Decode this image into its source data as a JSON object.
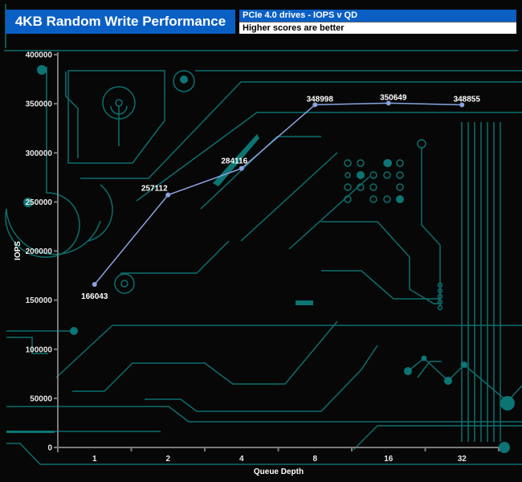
{
  "header": {
    "title": "4KB Random Write Performance",
    "subtitle": "PCIe 4.0 drives - IOPS v QD",
    "caption": "Higher scores are better"
  },
  "colors": {
    "title_bg": "#0a5fc4",
    "series_line": "#8aa4e0",
    "circuit": "#0e7a7a",
    "axis": "#7a7a7a"
  },
  "chart_data": {
    "type": "line",
    "title": "4KB Random Write Performance",
    "subtitle": "PCIe 4.0 drives - IOPS v QD",
    "xlabel": "Queue Depth",
    "ylabel": "IOPS",
    "categories": [
      "1",
      "2",
      "4",
      "8",
      "16",
      "32"
    ],
    "ylim": [
      0,
      400000
    ],
    "yticks": [
      0,
      50000,
      100000,
      150000,
      200000,
      250000,
      300000,
      350000,
      400000
    ],
    "ytick_labels": [
      "0",
      "50000",
      "100000",
      "150000",
      "200000",
      "250000",
      "300000",
      "350000",
      "400000"
    ],
    "grid": false,
    "legend": "none",
    "series": [
      {
        "name": "IOPS",
        "values": [
          166043,
          257112,
          284116,
          348998,
          350649,
          348855
        ],
        "labels": [
          "166043",
          "257112",
          "284116",
          "348998",
          "350649",
          "348855"
        ]
      }
    ]
  }
}
